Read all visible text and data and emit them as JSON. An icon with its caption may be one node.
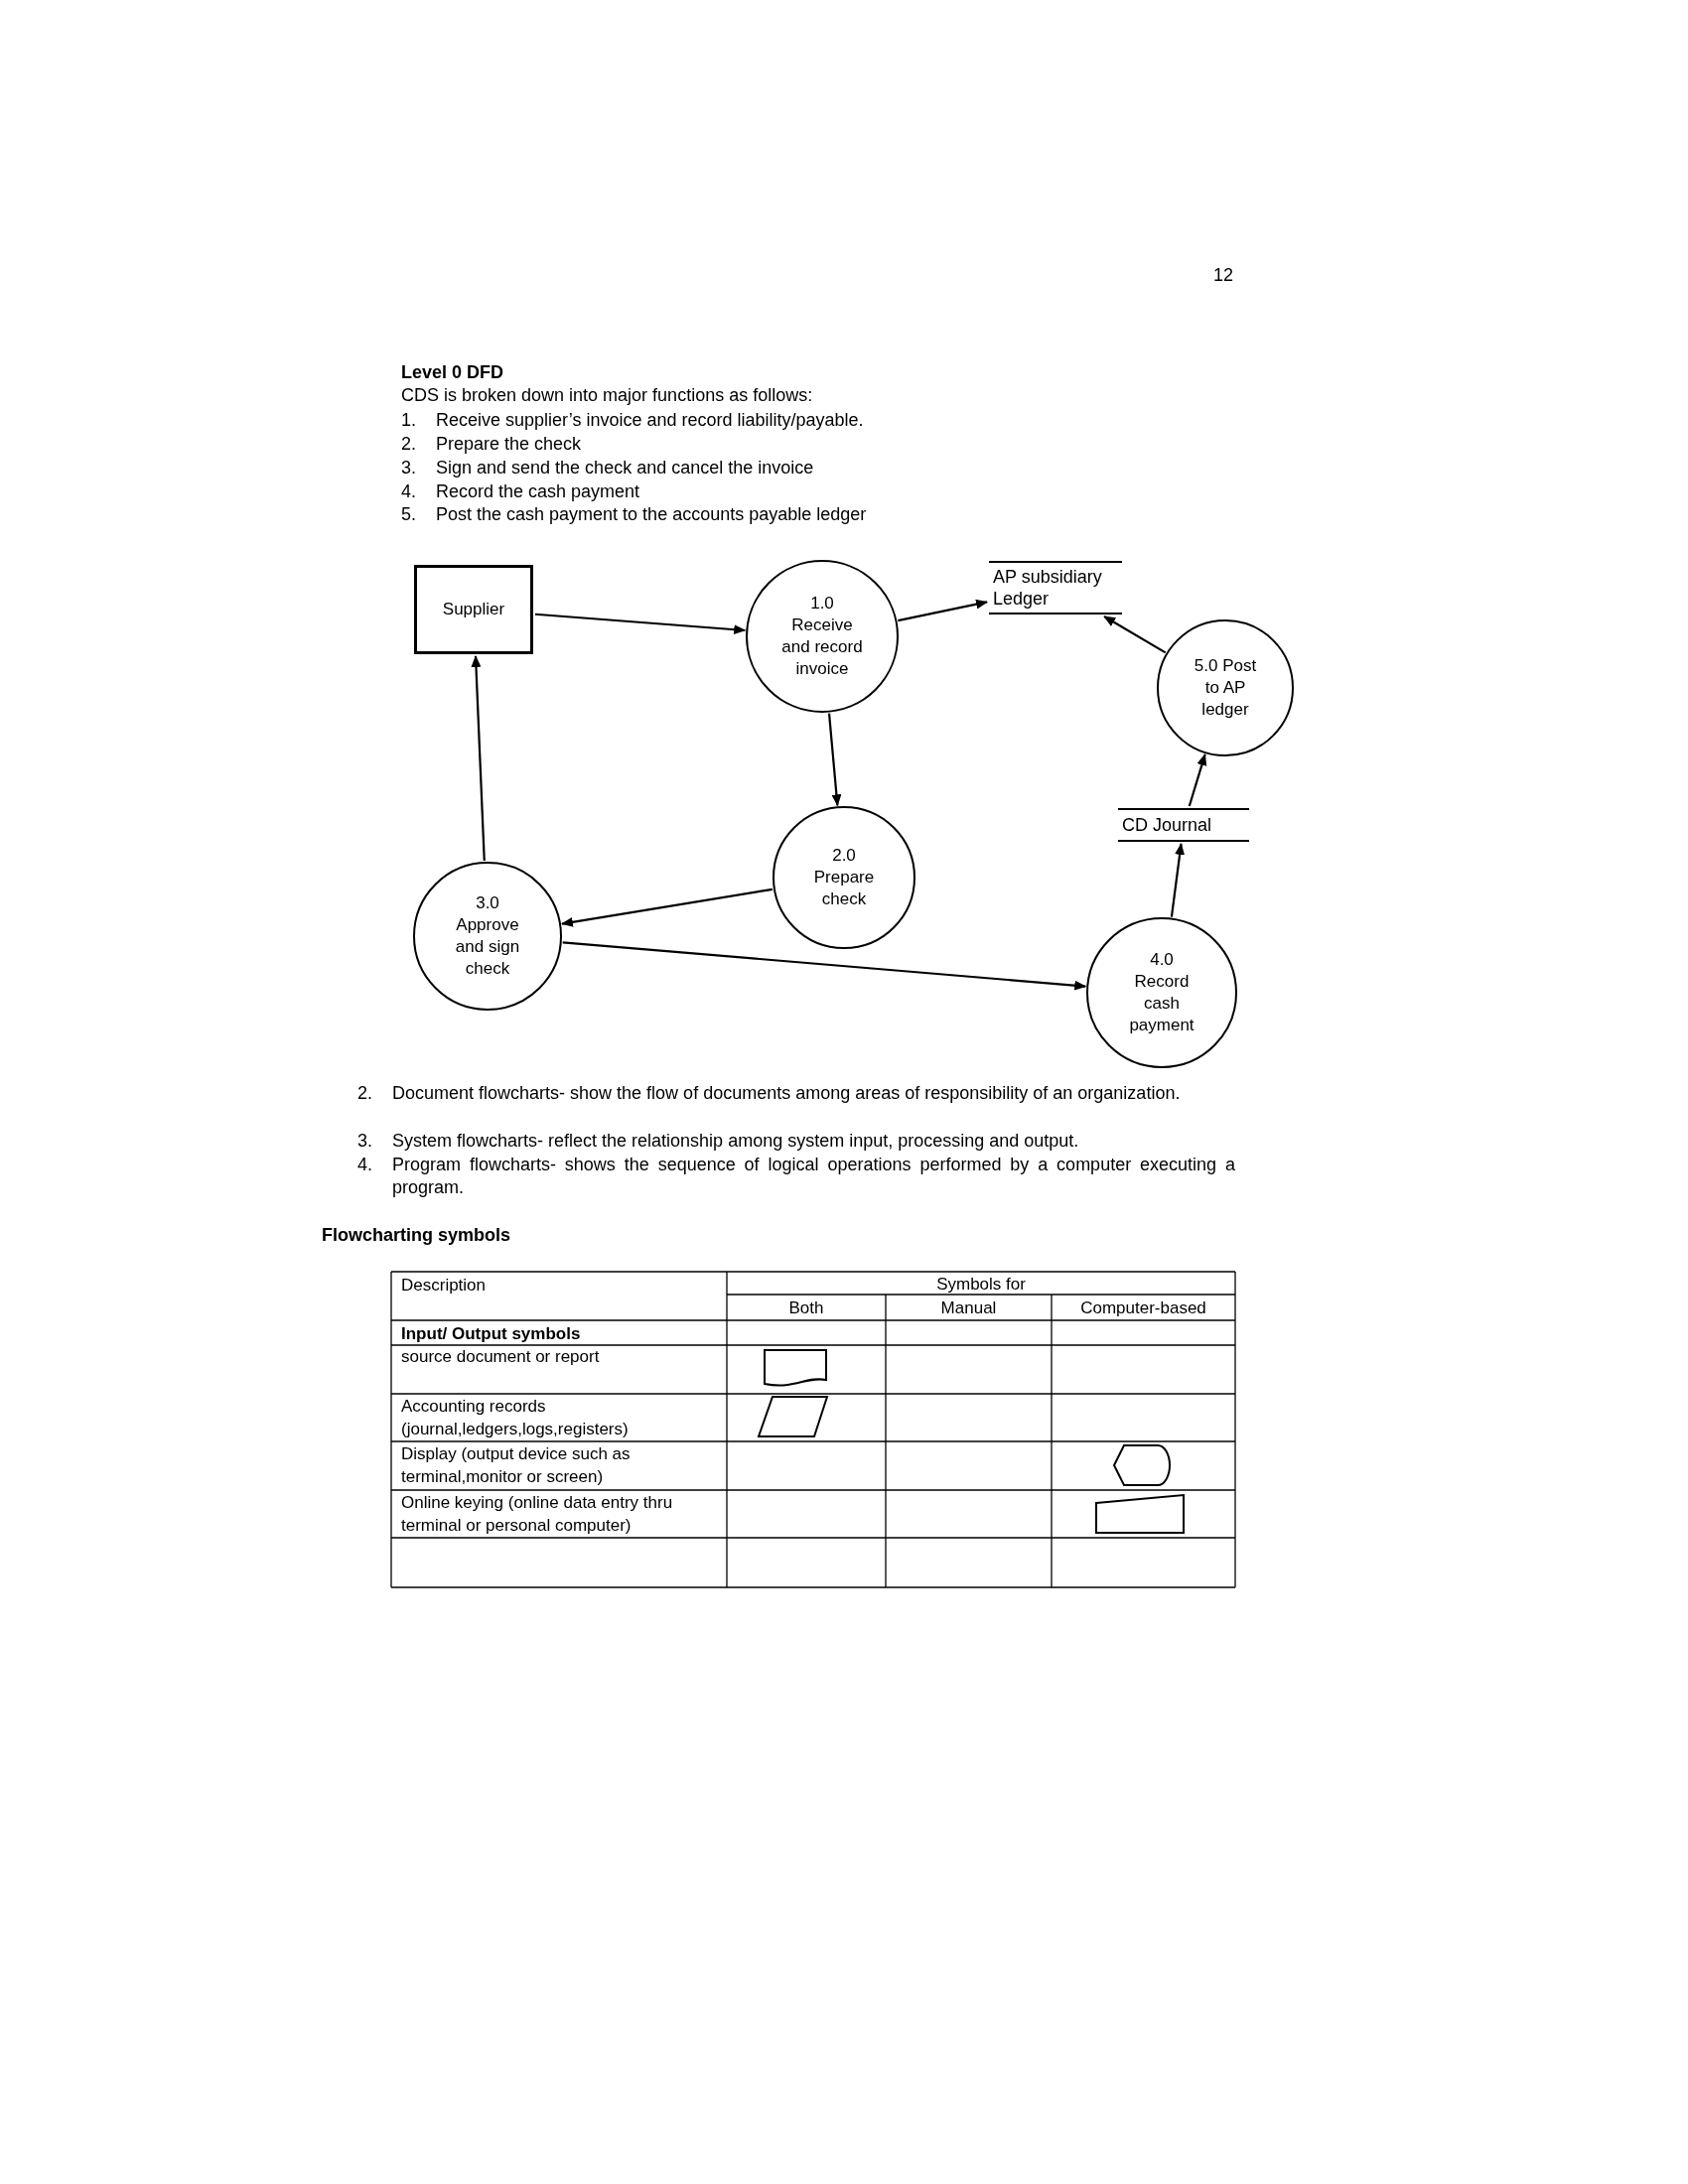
{
  "diagram": {
    "nodes": [
      {
        "text": [
          "Supplier"
        ]
      },
      {
        "text": [
          "1.0",
          "Receive and record invoice"
        ]
      },
      {
        "text": [
          "AP subsidiary Ledger"
        ]
      },
      {
        "text": [
          "5.0 Post to AP ledger"
        ]
      },
      {
        "text": [
          "CD Journal"
        ]
      },
      {
        "text": [
          "2.0",
          "Prepare check"
        ]
      },
      {
        "text": [
          "3.0",
          "Approve and sign check"
        ]
      },
      {
        "text": [
          "4.0",
          "Record cash payment"
        ]
      }
    ],
    "edges": [
      {
        "from": 0,
        "to": 1,
        "arrow": "to"
      },
      {
        "from": 1,
        "to": 2,
        "arrow": "to"
      },
      {
        "from": 3,
        "to": 2,
        "arrow": "to"
      },
      {
        "from": 1,
        "to": 5,
        "arrow": "to"
      },
      {
        "from": 5,
        "to": 6,
        "arrow": "to"
      },
      {
        "from": 6,
        "to": 0,
        "arrow": "to"
      },
      {
        "from": 6,
        "to": 7,
        "arrow": "to"
      },
      {
        "from": 7,
        "to": 4,
        "arrow": "to"
      },
      {
        "from": 4,
        "to": 3,
        "arrow": "to"
      }
    ],
    "labels": [
      "12",
      "Level 0 DFD",
      "CDS is broken down into major functions as follows:",
      "1.",
      "Receive supplier’s invoice and record liability/payable.",
      "2.",
      "Prepare the check",
      "3.",
      "Sign and send the check and cancel the invoice",
      "4.",
      "Record the cash payment",
      "5.",
      "Post the cash payment to the accounts payable ledger",
      "2.",
      "Document flowcharts- show the flow of documents among areas of responsibility of an organization.",
      "3.",
      "System flowcharts- reflect the relationship among system input, processing and output.",
      "4.",
      "Program flowcharts- shows the sequence of logical operations performed by a computer executing a program.",
      "Flowcharting symbols",
      "Description",
      "Symbols for",
      "Both",
      "Manual",
      "Computer-based",
      "Input/ Output symbols",
      "source document or report",
      "Accounting records (journal,ledgers,logs,registers)",
      "Display (output device such as terminal,monitor or screen)",
      "Online keying (online data entry thru terminal or personal computer)"
    ]
  }
}
